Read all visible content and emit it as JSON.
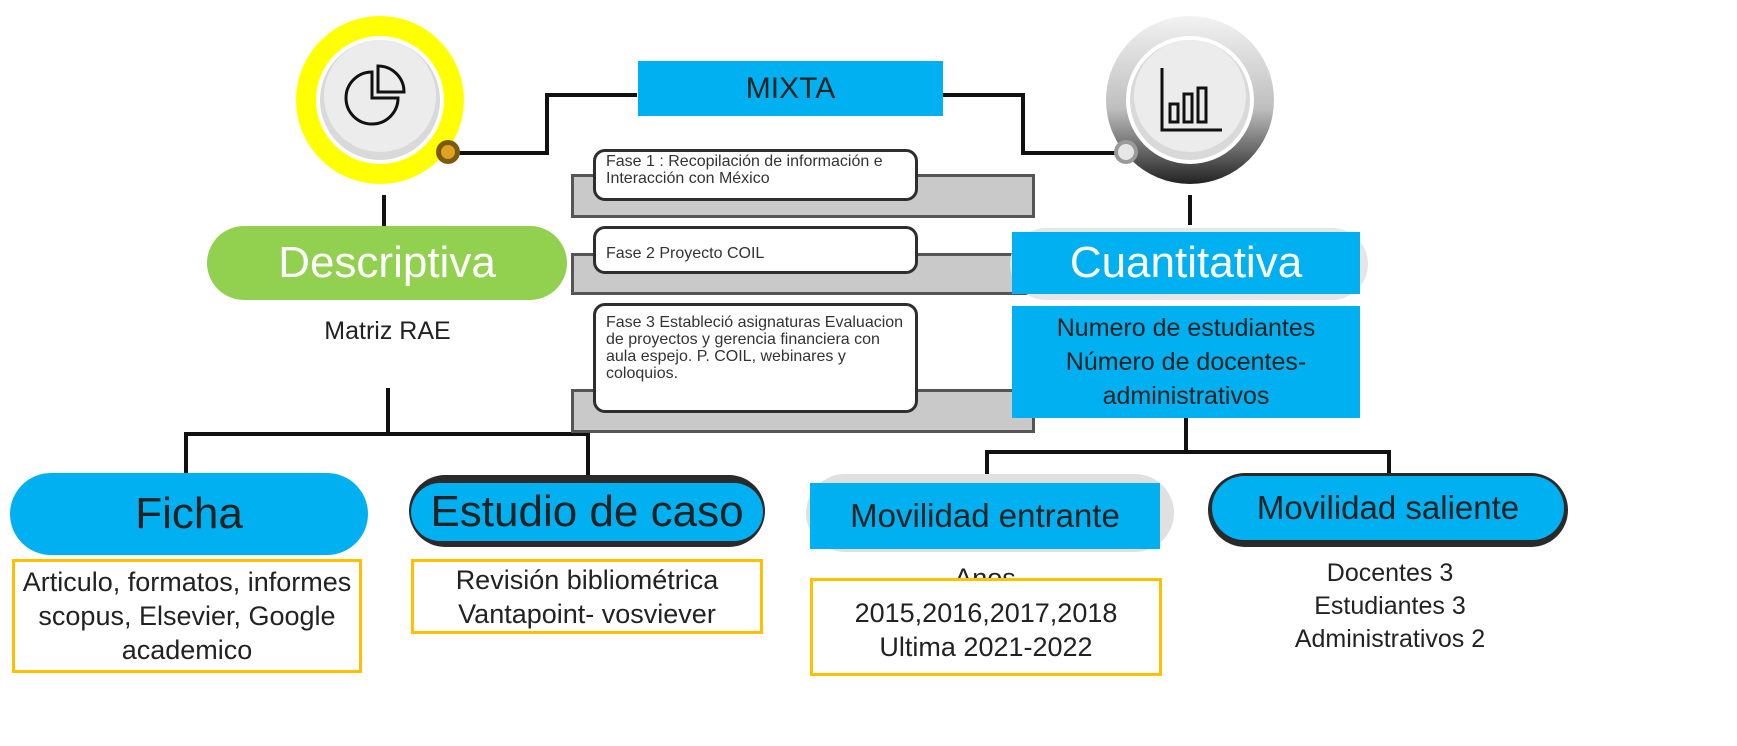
{
  "center": {
    "label": "MIXTA"
  },
  "phases": [
    {
      "text": "Fase 1 : Recopilación de información e Interacción con México"
    },
    {
      "text": "Fase  2 Proyecto COIL"
    },
    {
      "text": "Fase 3 Estableció asignaturas Evaluacion de proyectos y gerencia financiera con aula espejo. P. COIL, webinares y coloquios."
    }
  ],
  "left": {
    "title": "Descriptiva",
    "subtitle": "Matriz RAE",
    "icon": "pie-chart-icon",
    "children": [
      {
        "title": "Ficha",
        "detail": "Articulo,  formatos, informes scopus, Elsevier, Google academico"
      },
      {
        "title": "Estudio de caso",
        "detail": "Revisión bibliométrica Vantapoint- vosviever"
      }
    ]
  },
  "right": {
    "title": "Cuantitativa",
    "subtitle": "Numero de estudiantes Número de docentes- administrativos",
    "icon": "bar-chart-icon",
    "children": [
      {
        "title": "Movilidad entrante",
        "detail_head": "Anos",
        "detail": "2015,2016,2017,2018 Ultima 2021-2022"
      },
      {
        "title": "Movilidad saliente",
        "detail": "Docentes 3 Estudiantes  3 Administrativos 2"
      }
    ]
  },
  "colors": {
    "accent_blue": "#00b0f0",
    "accent_green": "#92d050",
    "accent_yellow": "#ffc000",
    "ring_yellow": "#ffff00"
  }
}
